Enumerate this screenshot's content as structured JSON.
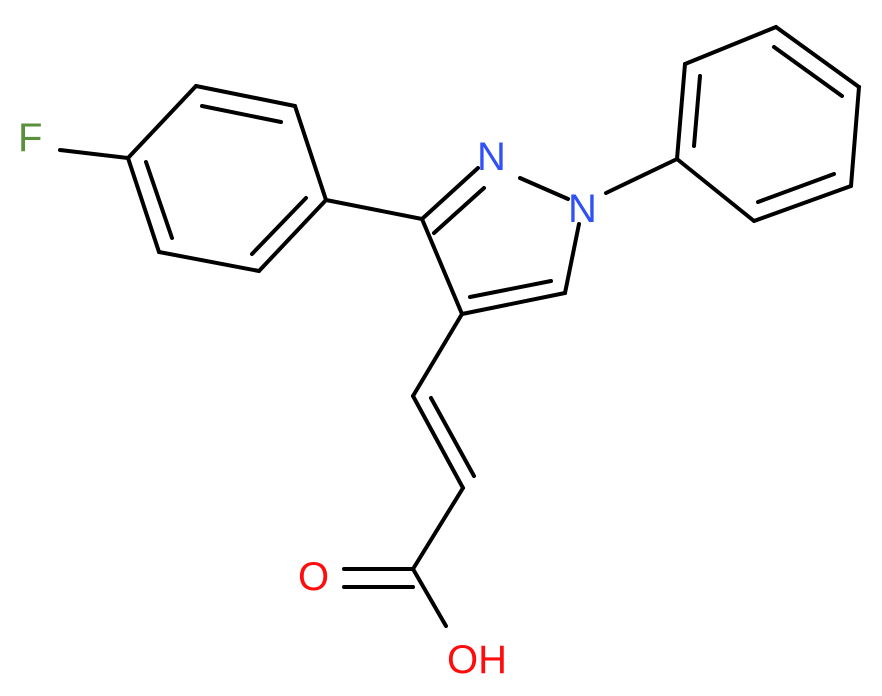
{
  "colors": {
    "background": "#ffffff",
    "bond": "#000000",
    "fluorine": "#5a8f3c",
    "nitrogen": "#3050f8",
    "oxygen": "#ff0d0d"
  },
  "atoms": {
    "F": "F",
    "N2": "N",
    "N1": "N",
    "O_carbonyl": "O",
    "OH": "OH"
  }
}
